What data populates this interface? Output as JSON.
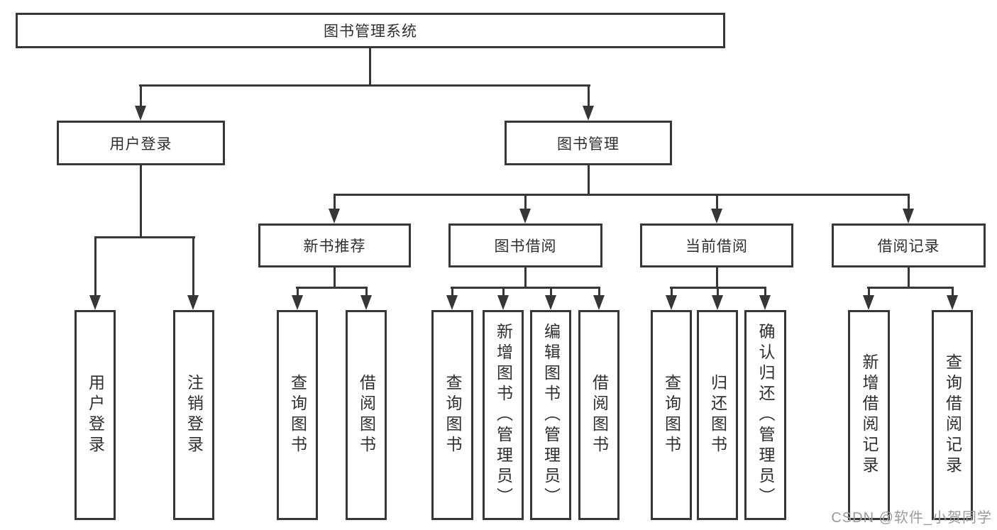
{
  "diagram": {
    "type": "hierarchy",
    "root": {
      "label": "图书管理系统"
    },
    "branches": [
      {
        "label": "用户登录",
        "children": [
          "用户登录",
          "注销登录"
        ]
      },
      {
        "label": "图书管理",
        "groups": [
          {
            "label": "新书推荐",
            "children": [
              "查询图书",
              "借阅图书"
            ]
          },
          {
            "label": "图书借阅",
            "children": [
              "查询图书",
              "新增图书（管理员）",
              "编辑图书（管理员）",
              "借阅图书"
            ]
          },
          {
            "label": "当前借阅",
            "children": [
              "查询图书",
              "归还图书",
              "确认归还（管理员）"
            ]
          },
          {
            "label": "借阅记录",
            "children": [
              "新增借阅记录",
              "查询借阅记录"
            ]
          }
        ]
      }
    ]
  },
  "watermark": {
    "text": "CSDN @软件_小贺同学"
  },
  "colors": {
    "line": "#373737",
    "box_border": "#373737",
    "box_fill": "#ffffff",
    "watermark": "#9b9b9b"
  }
}
